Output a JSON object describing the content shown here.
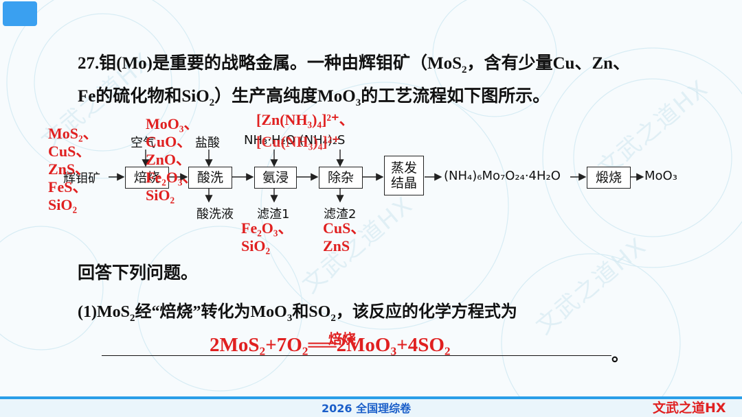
{
  "question": {
    "line1_a": "27.钼(Mo)是重要的战略金属。一种由辉钼矿（MoS",
    "line1_sub": "2",
    "line1_b": "，含有少量Cu、Zn、",
    "line2_a": "Fe的硫化物和SiO",
    "line2_sub1": "2",
    "line2_b": "）生产高纯度MoO",
    "line2_sub2": "3",
    "line2_c": "的工艺流程如下图所示。"
  },
  "flow": {
    "start": "辉钼矿",
    "nodes": [
      "焙烧",
      "酸洗",
      "氨浸",
      "除杂",
      "蒸发结晶",
      "煅烧"
    ],
    "reagents": {
      "air": "空气",
      "acid": "盐酸",
      "ammonia": "NH₃·H₂O (NH₄)₂S"
    },
    "residues": {
      "acid_wash_liquid": "酸洗液",
      "residue1": "滤渣1",
      "residue2": "滤渣2"
    },
    "intermediate": "(NH₄)₆Mo₇O₂₄·4H₂O",
    "product": "MoO₃"
  },
  "annotations": {
    "ore": [
      "MoS₂、",
      "CuS、",
      "ZnS、",
      "FeS、",
      "SiO₂"
    ],
    "roast": [
      "MoO₃、",
      "CuO、",
      "ZnO、",
      "Fe₂O₃、",
      "SiO₂"
    ],
    "complex1": "[Zn(NH₃)₄]²⁺、",
    "complex2": "[Cu(NH₃)₄]²⁺",
    "residue1": [
      "Fe₂O₃、",
      "SiO₂"
    ],
    "residue2": [
      "CuS、",
      "ZnS"
    ]
  },
  "answer_heading": "回答下列问题。",
  "q1": {
    "prefix": "(1)MoS",
    "sub1": "2",
    "mid": "经“焙烧”转化为MoO",
    "sub2": "3",
    "mid2": "和SO",
    "sub3": "2",
    "suffix": "，该反应的化学方程式为"
  },
  "answer_eq": "2MoS₂+7O₂══2MoO₃+4SO₂",
  "answer_condition": "焙烧",
  "period": "。",
  "footer": {
    "title": "2026 全国理综卷",
    "brand": "文武之道HX"
  },
  "colors": {
    "accent_red": "#e02020",
    "footer_blue": "#2a9ee8"
  }
}
